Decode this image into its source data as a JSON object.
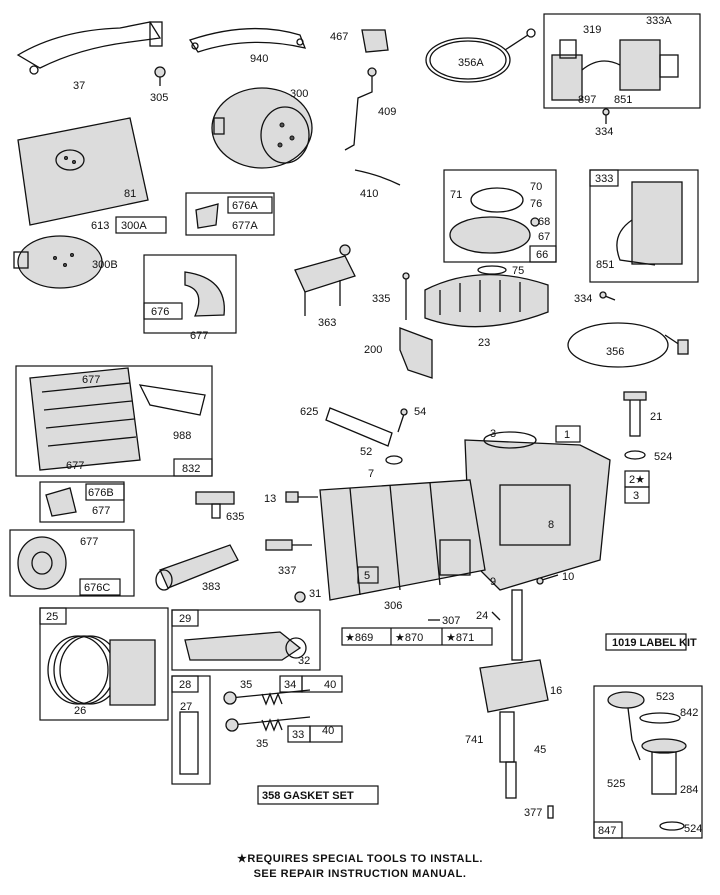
{
  "labels": {
    "p37": "37",
    "p305": "305",
    "p940": "940",
    "p467": "467",
    "p356a": "356A",
    "p319": "319",
    "p333a": "333A",
    "p897": "897",
    "p851a": "851",
    "p334a": "334",
    "p300": "300",
    "p409": "409",
    "p81": "81",
    "p613": "613",
    "p300a": "300A",
    "p676a": "676A",
    "p677a": "677A",
    "p410": "410",
    "p71": "71",
    "p70": "70",
    "p76": "76",
    "p68": "68",
    "p67": "67",
    "p66": "66",
    "p333": "333",
    "p851b": "851",
    "p300b": "300B",
    "p75": "75",
    "p335": "335",
    "p334b": "334",
    "p676": "676",
    "p677b": "677",
    "p363": "363",
    "p23": "23",
    "p200": "200",
    "p356": "356",
    "p677c": "677",
    "p988": "988",
    "p677d": "677",
    "p832": "832",
    "p625": "625",
    "p54": "54",
    "p21": "21",
    "p3": "3",
    "p1": "1",
    "p52": "52",
    "p524a": "524",
    "p7": "7",
    "p2": "2★",
    "p676b": "676B",
    "p677e": "677",
    "p13": "13",
    "p635": "635",
    "p3b": "3",
    "p8": "8",
    "p677f": "677",
    "p676c": "676C",
    "p383": "383",
    "p337": "337",
    "p5": "5",
    "p9": "9",
    "p10": "10",
    "p31": "31",
    "p306": "306",
    "p307": "307",
    "p24": "24",
    "p869": "★869",
    "p870": "★870",
    "p871": "★871",
    "p25": "25",
    "p26": "26",
    "p29": "29",
    "p32": "32",
    "p1019": "1019 LABEL KIT",
    "p28": "28",
    "p34": "34",
    "p35a": "35",
    "p40a": "40",
    "p16": "16",
    "p27": "27",
    "p33": "33",
    "p40b": "40",
    "p35b": "35",
    "p741": "741",
    "p45": "45",
    "p523": "523",
    "p842": "842",
    "p525": "525",
    "p284": "284",
    "p358": "358   GASKET SET",
    "p377": "377",
    "p847": "847",
    "p524b": "524"
  },
  "footnote": {
    "line1": "★REQUIRES SPECIAL TOOLS TO INSTALL.",
    "line2": "SEE REPAIR INSTRUCTION MANUAL."
  }
}
